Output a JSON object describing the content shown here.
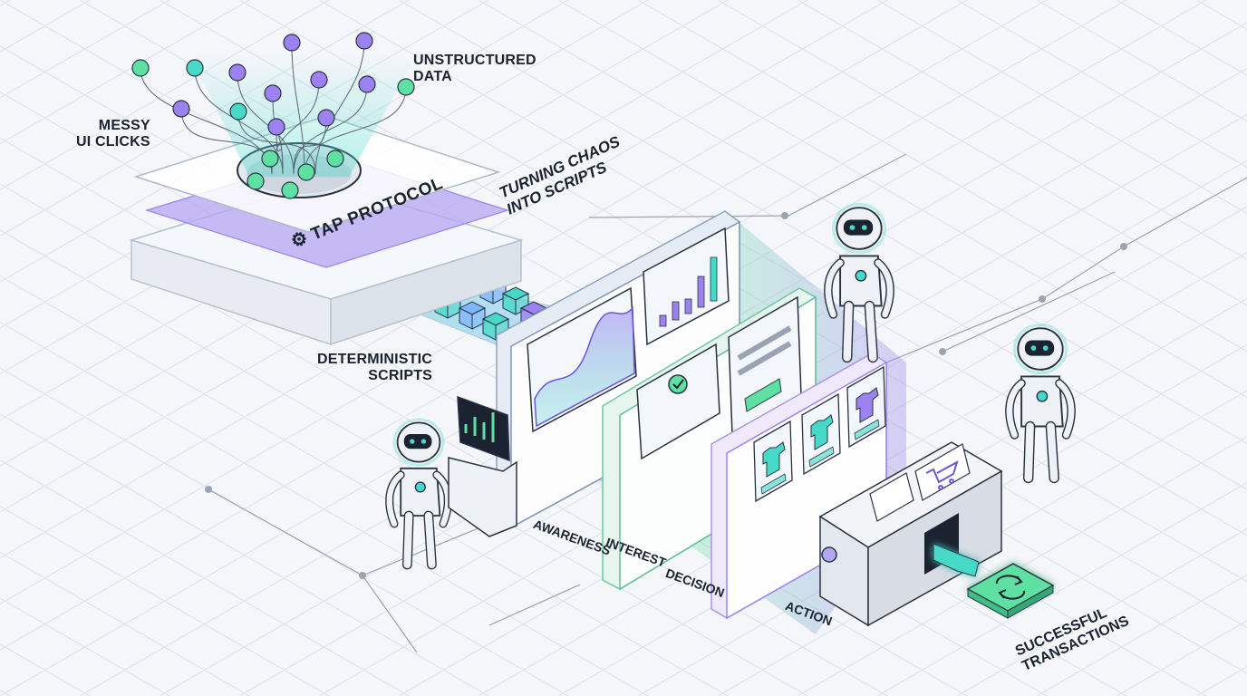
{
  "labels": {
    "messy": "MESSY\nUI CLICKS",
    "unstructured": "UNSTRUCTURED\nDATA",
    "protocol": "TAP PROTOCOL",
    "chaos": "TURNING CHAOS\nINTO SCRIPTS",
    "deterministic": "DETERMINISTIC\nSCRIPTS",
    "stages": [
      "AWARENESS",
      "INTEREST",
      "DECISION",
      "ACTION"
    ],
    "success": "SUCCESSFUL\nTRANSACTIONS"
  },
  "icons": [
    "gear-icon",
    "checkmark-icon",
    "tshirt-icon",
    "tank-top-icon",
    "shopping-cart-icon",
    "bar-chart-icon",
    "refresh-icon",
    "arrow-right-icon"
  ],
  "colors": {
    "teal": "#46d9c8",
    "green": "#5fe0a3",
    "purple": "#9b82f0",
    "blue": "#7fb6ff",
    "ink": "#1b2230",
    "panel": "#ffffff",
    "grid": "#dfe3ea"
  }
}
